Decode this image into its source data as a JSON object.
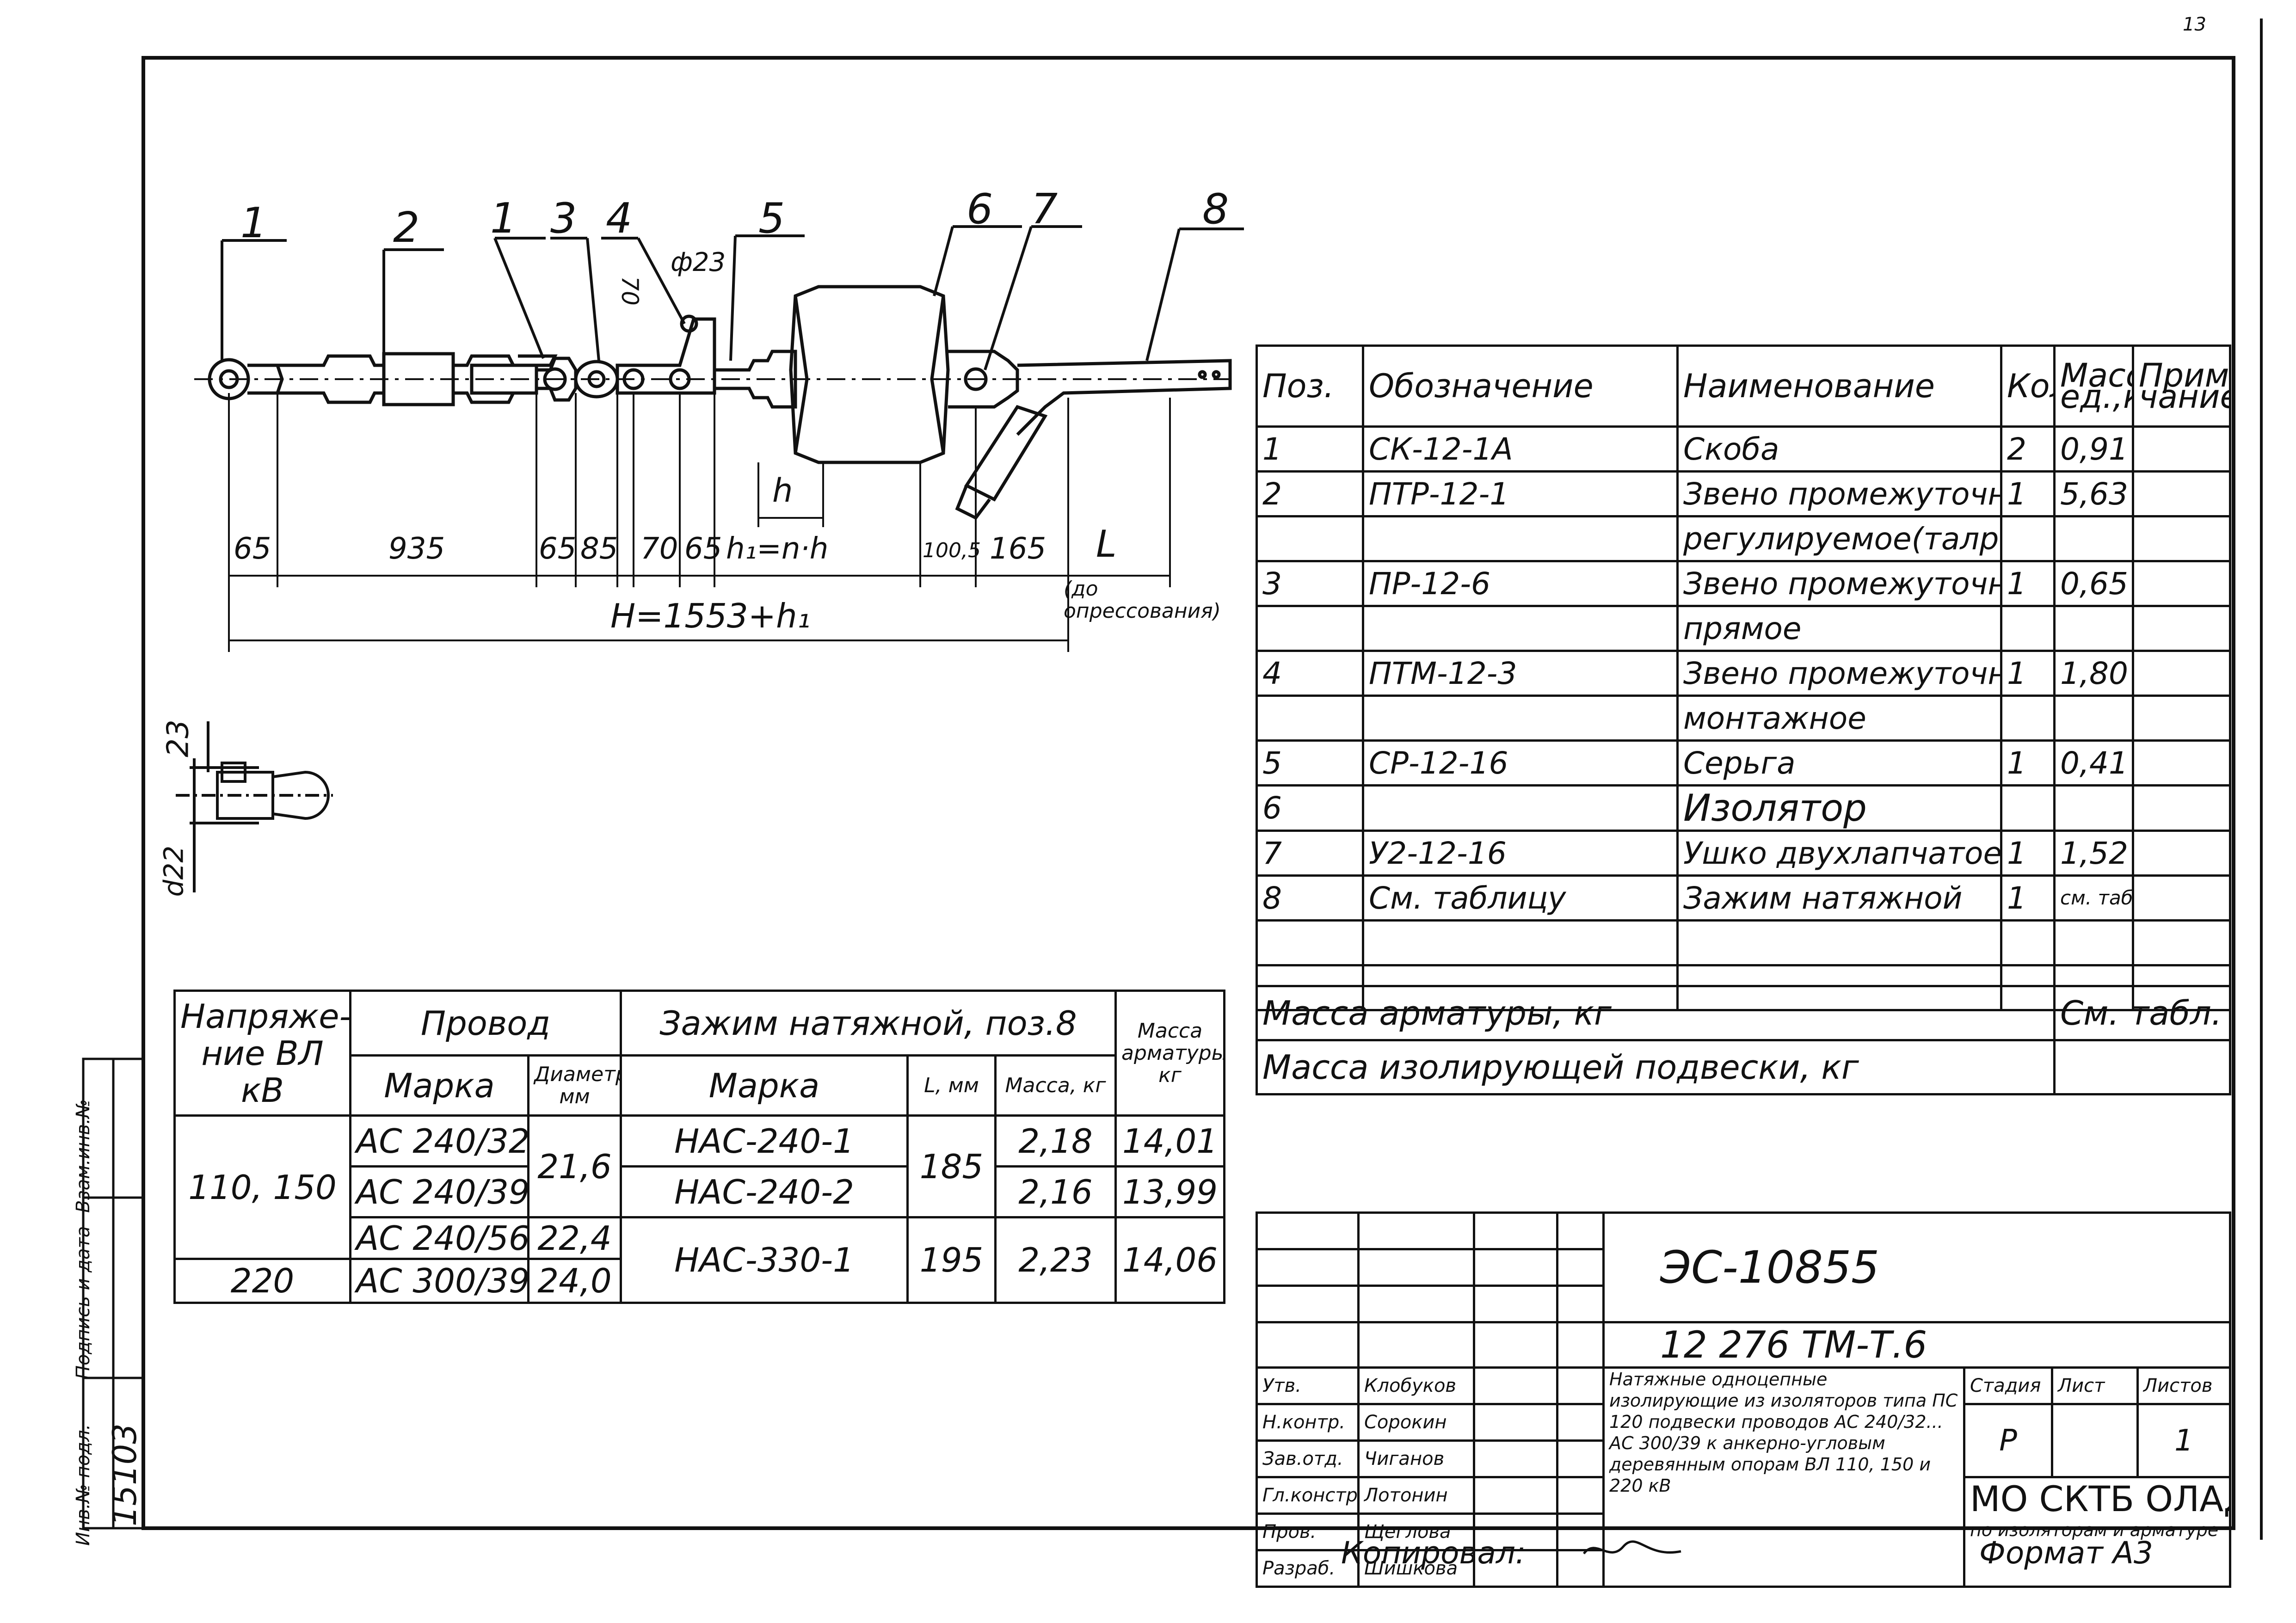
{
  "sheet_number": "13",
  "drawing": {
    "callouts": [
      "1",
      "2",
      "1",
      "3",
      "4",
      "5",
      "6",
      "7",
      "8"
    ],
    "dims_row1": [
      "65",
      "935",
      "65",
      "85",
      "70",
      "65",
      "h₁=n·h",
      "100,5",
      "165",
      "L"
    ],
    "h_label": "h",
    "total_dim": "H=1553+h₁",
    "crimp_note": "(до опрессования)",
    "hole_d": "ф23",
    "r_label": "70",
    "side_dim_23": "23",
    "side_dim_d22": "d22"
  },
  "spec_table": {
    "headers": [
      "Поз.",
      "Обозначение",
      "Наименование",
      "Кол.",
      "Масса ед.,кг",
      "Приме-чание"
    ],
    "rows": [
      {
        "pos": "1",
        "code": "СК-12-1А",
        "name": "Скоба",
        "qty": "2",
        "mass": "0,91",
        "note": ""
      },
      {
        "pos": "2",
        "code": "ПТР-12-1",
        "name": "Звено промежуточное",
        "qty": "1",
        "mass": "5,63",
        "note": ""
      },
      {
        "pos": "",
        "code": "",
        "name": "регулируемое(талреп)",
        "qty": "",
        "mass": "",
        "note": ""
      },
      {
        "pos": "3",
        "code": "ПР-12-6",
        "name": "Звено промежуточное",
        "qty": "1",
        "mass": "0,65",
        "note": ""
      },
      {
        "pos": "",
        "code": "",
        "name": "прямое",
        "qty": "",
        "mass": "",
        "note": ""
      },
      {
        "pos": "4",
        "code": "ПТМ-12-3",
        "name": "Звено промежуточное",
        "qty": "1",
        "mass": "1,80",
        "note": ""
      },
      {
        "pos": "",
        "code": "",
        "name": "монтажное",
        "qty": "",
        "mass": "",
        "note": ""
      },
      {
        "pos": "5",
        "code": "СР-12-16",
        "name": "Серьга",
        "qty": "1",
        "mass": "0,41",
        "note": ""
      },
      {
        "pos": "6",
        "code": "",
        "name": "Изолятор",
        "qty": "",
        "mass": "",
        "note": ""
      },
      {
        "pos": "7",
        "code": "У2-12-16",
        "name": "Ушко двухлапчатое",
        "qty": "1",
        "mass": "1,52",
        "note": ""
      },
      {
        "pos": "8",
        "code": "См. таблицу",
        "name": "Зажим натяжной",
        "qty": "1",
        "mass": "см. табл.",
        "note": ""
      },
      {
        "pos": "",
        "code": "",
        "name": "",
        "qty": "",
        "mass": "",
        "note": ""
      },
      {
        "pos": "",
        "code": "",
        "name": "",
        "qty": "",
        "mass": "",
        "note": ""
      }
    ]
  },
  "mass_rows": [
    {
      "label": "Масса арматуры, кг",
      "value": "См. табл."
    },
    {
      "label": "Масса изолирующей подвески, кг",
      "value": ""
    }
  ],
  "wire_table": {
    "h_voltage": "Напряже-ние ВЛ кВ",
    "h_wire": "Провод",
    "h_clamp": "Зажим натяжной, поз.8",
    "h_mass": "Масса арматуры, кг",
    "h_mark": "Марка",
    "h_diam": "Диаметр, мм",
    "h_cmark": "Марка",
    "h_L": "L, мм",
    "h_cmass": "Масса, кг",
    "v1": "110, 150",
    "v2": "220",
    "w1": "АС 240/32",
    "w2": "АС 240/39",
    "w3": "АС 240/56",
    "w4": "АС 300/39",
    "d1": "21,6",
    "d3": "22,4",
    "d4": "24,0",
    "c1": "НАС-240-1",
    "c2": "НАС-240-2",
    "c3": "НАС-330-1",
    "L1": "185",
    "L3": "195",
    "cm1": "2,18",
    "cm2": "2,16",
    "cm3": "2,23",
    "m1": "14,01",
    "m2": "13,99",
    "m3": "14,06"
  },
  "title_block": {
    "doc_no": "ЭС-10855",
    "code": "12 276 ТМ-Т.6",
    "desc": "Натяжные одноцепные изолирующие из изоляторов типа ПС 120 подвески проводов АС 240/32... АС 300/39 к анкерно-угловым деревянным опорам ВЛ 110, 150 и 220 кВ",
    "stage_h": "Стадия",
    "sheet_h": "Лист",
    "sheets_h": "Листов",
    "stage": "Р",
    "sheet": "",
    "sheets": "1",
    "org": "МО СКТБ ОЛАД",
    "org_sub": "по изоляторам и арматуре",
    "people": [
      {
        "role": "Утв.",
        "name": "Клобуков"
      },
      {
        "role": "Н.контр.",
        "name": "Сорокин"
      },
      {
        "role": "Зав.отд.",
        "name": "Чиганов"
      },
      {
        "role": "Гл.констр.",
        "name": "Лотонин"
      },
      {
        "role": "Пров.",
        "name": "Щеглова"
      },
      {
        "role": "Разраб.",
        "name": "Шишкова"
      }
    ]
  },
  "margin": {
    "inv_label": "Инв.№ подл.",
    "inv": "15103",
    "sign_label": "Подпись и дата",
    "swap_label": "Взам.инв.№"
  },
  "footer": {
    "copied": "Копировал:",
    "format": "Формат А3"
  }
}
